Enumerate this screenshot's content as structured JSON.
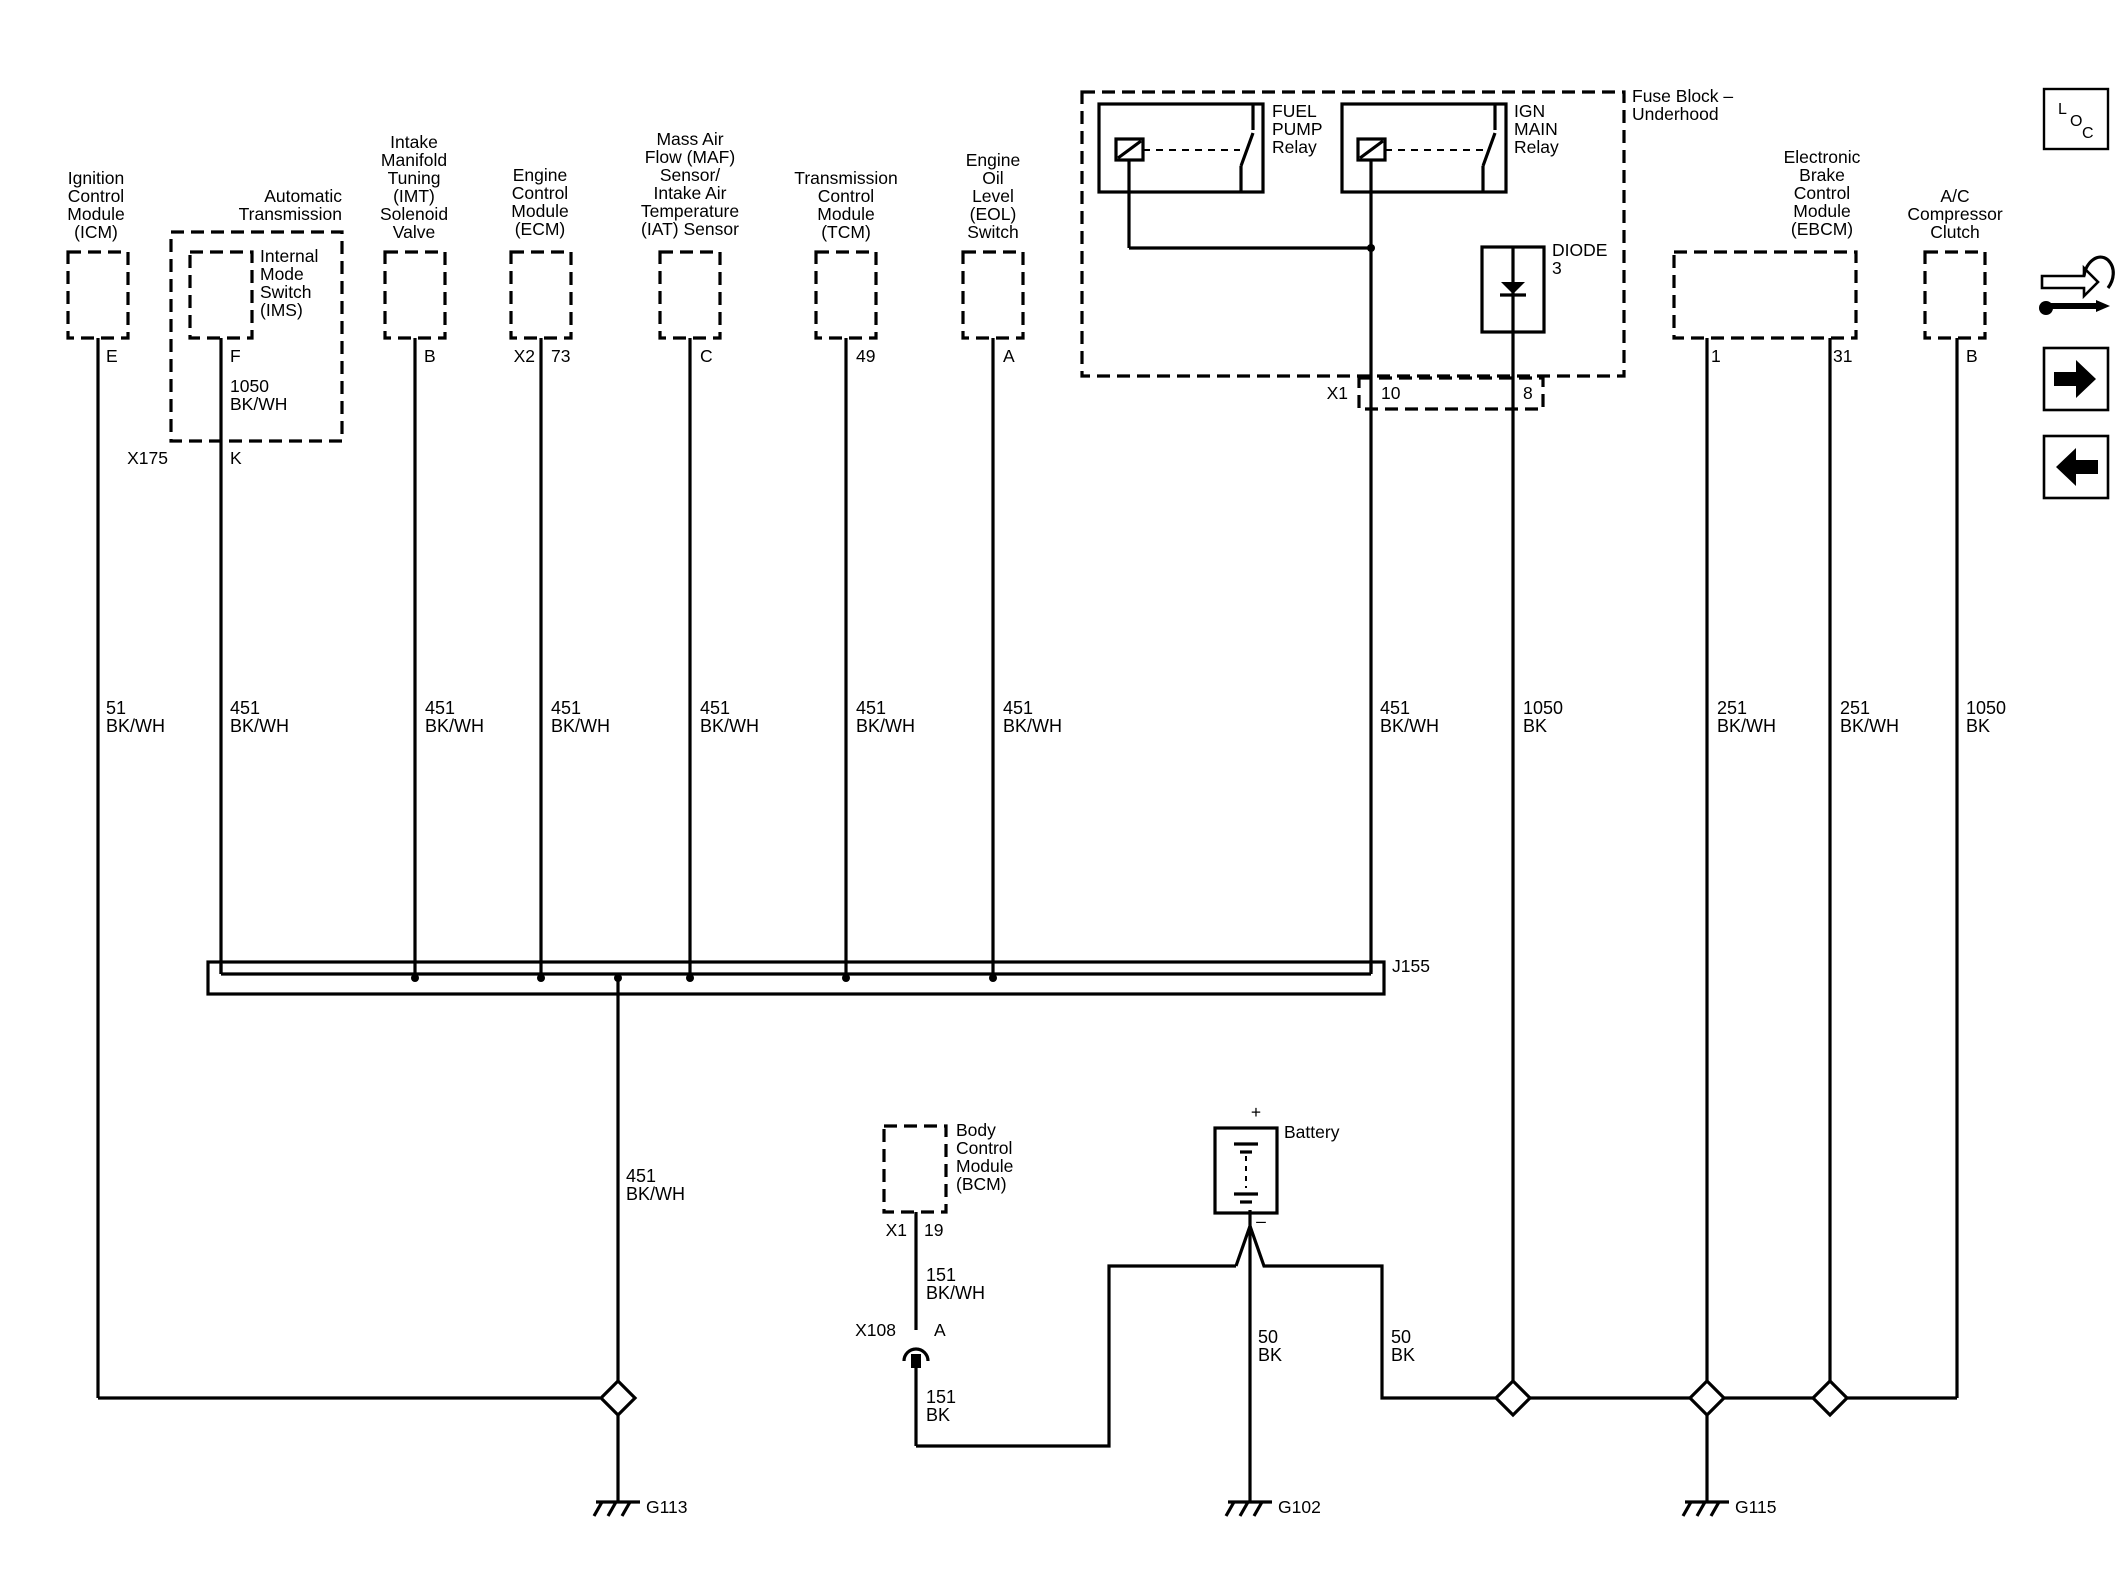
{
  "components": {
    "icm": {
      "lines": [
        "Ignition",
        "Control",
        "Module",
        "(ICM)"
      ],
      "pin": "E"
    },
    "auto_trans": {
      "lines": [
        "Automatic",
        "Transmission"
      ],
      "connector": "X175",
      "connector_pin": "K"
    },
    "ims": {
      "lines": [
        "Internal",
        "Mode",
        "Switch",
        "(IMS)"
      ],
      "pin": "F",
      "inner_wire_num": "1050",
      "inner_wire_color": "BK/WH"
    },
    "imt": {
      "lines": [
        "Intake",
        "Manifold",
        "Tuning",
        "(IMT)",
        "Solenoid",
        "Valve"
      ],
      "pin": "B"
    },
    "ecm": {
      "lines": [
        "Engine",
        "Control",
        "Module",
        "(ECM)"
      ],
      "connector": "X2",
      "pin": "73"
    },
    "maf": {
      "lines": [
        "Mass Air",
        "Flow (MAF)",
        "Sensor/",
        "Intake Air",
        "Temperature",
        "(IAT) Sensor"
      ],
      "pin": "C"
    },
    "tcm": {
      "lines": [
        "Transmission",
        "Control",
        "Module",
        "(TCM)"
      ],
      "pin": "49"
    },
    "eol": {
      "lines": [
        "Engine",
        "Oil",
        "Level",
        "(EOL)",
        "Switch"
      ],
      "pin": "A"
    },
    "fuse_block": {
      "lines": [
        "Fuse Block –",
        "Underhood"
      ],
      "connector": "X1",
      "pin_a": "10",
      "pin_b": "8"
    },
    "fuel_pump_relay": {
      "lines": [
        "FUEL",
        "PUMP",
        "Relay"
      ]
    },
    "ign_main_relay": {
      "lines": [
        "IGN",
        "MAIN",
        "Relay"
      ]
    },
    "diode": {
      "lines": [
        "DIODE",
        "3"
      ]
    },
    "ebcm": {
      "lines": [
        "Electronic",
        "Brake",
        "Control",
        "Module",
        "(EBCM)"
      ],
      "pin_a": "1",
      "pin_b": "31"
    },
    "ac_clutch": {
      "lines": [
        "A/C",
        "Compressor",
        "Clutch"
      ],
      "pin": "B"
    },
    "bcm": {
      "lines": [
        "Body",
        "Control",
        "Module",
        "(BCM)"
      ],
      "connector": "X1",
      "pin": "19"
    },
    "battery": {
      "label": "Battery",
      "plus": "+",
      "minus": "–"
    }
  },
  "wires": {
    "icm": {
      "num": "51",
      "color": "BK/WH"
    },
    "ims": {
      "num": "451",
      "color": "BK/WH"
    },
    "imt": {
      "num": "451",
      "color": "BK/WH"
    },
    "ecm": {
      "num": "451",
      "color": "BK/WH"
    },
    "maf": {
      "num": "451",
      "color": "BK/WH"
    },
    "tcm": {
      "num": "451",
      "color": "BK/WH"
    },
    "eol": {
      "num": "451",
      "color": "BK/WH"
    },
    "ign": {
      "num": "451",
      "color": "BK/WH"
    },
    "diode": {
      "num": "1050",
      "color": "BK"
    },
    "ebcm1": {
      "num": "251",
      "color": "BK/WH"
    },
    "ebcm2": {
      "num": "251",
      "color": "BK/WH"
    },
    "ac": {
      "num": "1050",
      "color": "BK"
    },
    "splice_out": {
      "num": "451",
      "color": "BK/WH"
    },
    "bcm_top": {
      "num": "151",
      "color": "BK/WH"
    },
    "bcm_bottom": {
      "num": "151",
      "color": "BK"
    },
    "batt_g102": {
      "num": "50",
      "color": "BK"
    },
    "batt_g115": {
      "num": "50",
      "color": "BK"
    }
  },
  "splice": {
    "label": "J155"
  },
  "inline_connector": {
    "label": "X108",
    "pin": "A"
  },
  "grounds": {
    "g113": "G113",
    "g102": "G102",
    "g115": "G115"
  },
  "sidebar": {
    "loc_l": "L",
    "loc_o": "O",
    "loc_c": "C",
    "icons": [
      "loc-icon",
      "connector-wrench-icon",
      "arrow-right-icon",
      "arrow-left-icon"
    ]
  }
}
